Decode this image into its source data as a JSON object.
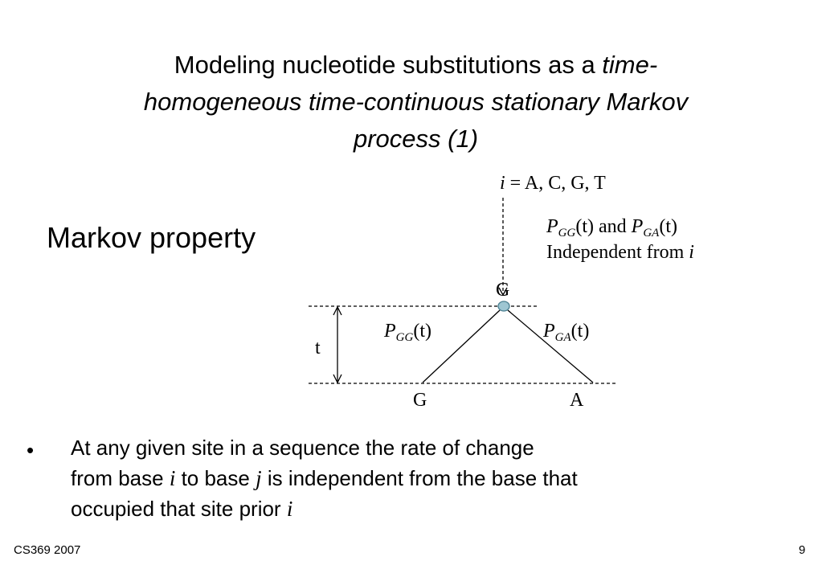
{
  "title": {
    "line1_plain": "Modeling nucleotide substitutions as a ",
    "line1_italic": "time-",
    "line2_italic": "homogeneous time-continuous stationary Markov",
    "line3_italic": "process (1)"
  },
  "heading": "Markov property",
  "diagram": {
    "states_label_var": "i",
    "states_label_rest": " = A, C, G, T",
    "note": {
      "p1": "P",
      "p1_sub": "GG",
      "p1_arg": "(t)",
      "and": " and ",
      "p2": "P",
      "p2_sub": "GA",
      "p2_arg": "(t)",
      "line2": "Independent from ",
      "line2_var": "i"
    },
    "root_label": "G",
    "left_branch": {
      "p": "P",
      "sub": "GG",
      "arg": "(t)"
    },
    "right_branch": {
      "p": "P",
      "sub": "GA",
      "arg": "(t)"
    },
    "time_label": "t",
    "left_leaf": "G",
    "right_leaf": "A",
    "colors": {
      "node_fill": "#9ec6d2",
      "node_stroke": "#4a7f90",
      "lines": "#000000"
    }
  },
  "bullet": {
    "marker": "•",
    "line1": "At any given site in a sequence the rate of change",
    "line2_a": "from base ",
    "var_i": "i",
    "line2_b": " to base ",
    "var_j": "j",
    "line2_c": " is independent from the base that",
    "line3_a": "occupied that site prior ",
    "var_i2": "i"
  },
  "footer": {
    "left": "CS369 2007",
    "right": "9"
  }
}
